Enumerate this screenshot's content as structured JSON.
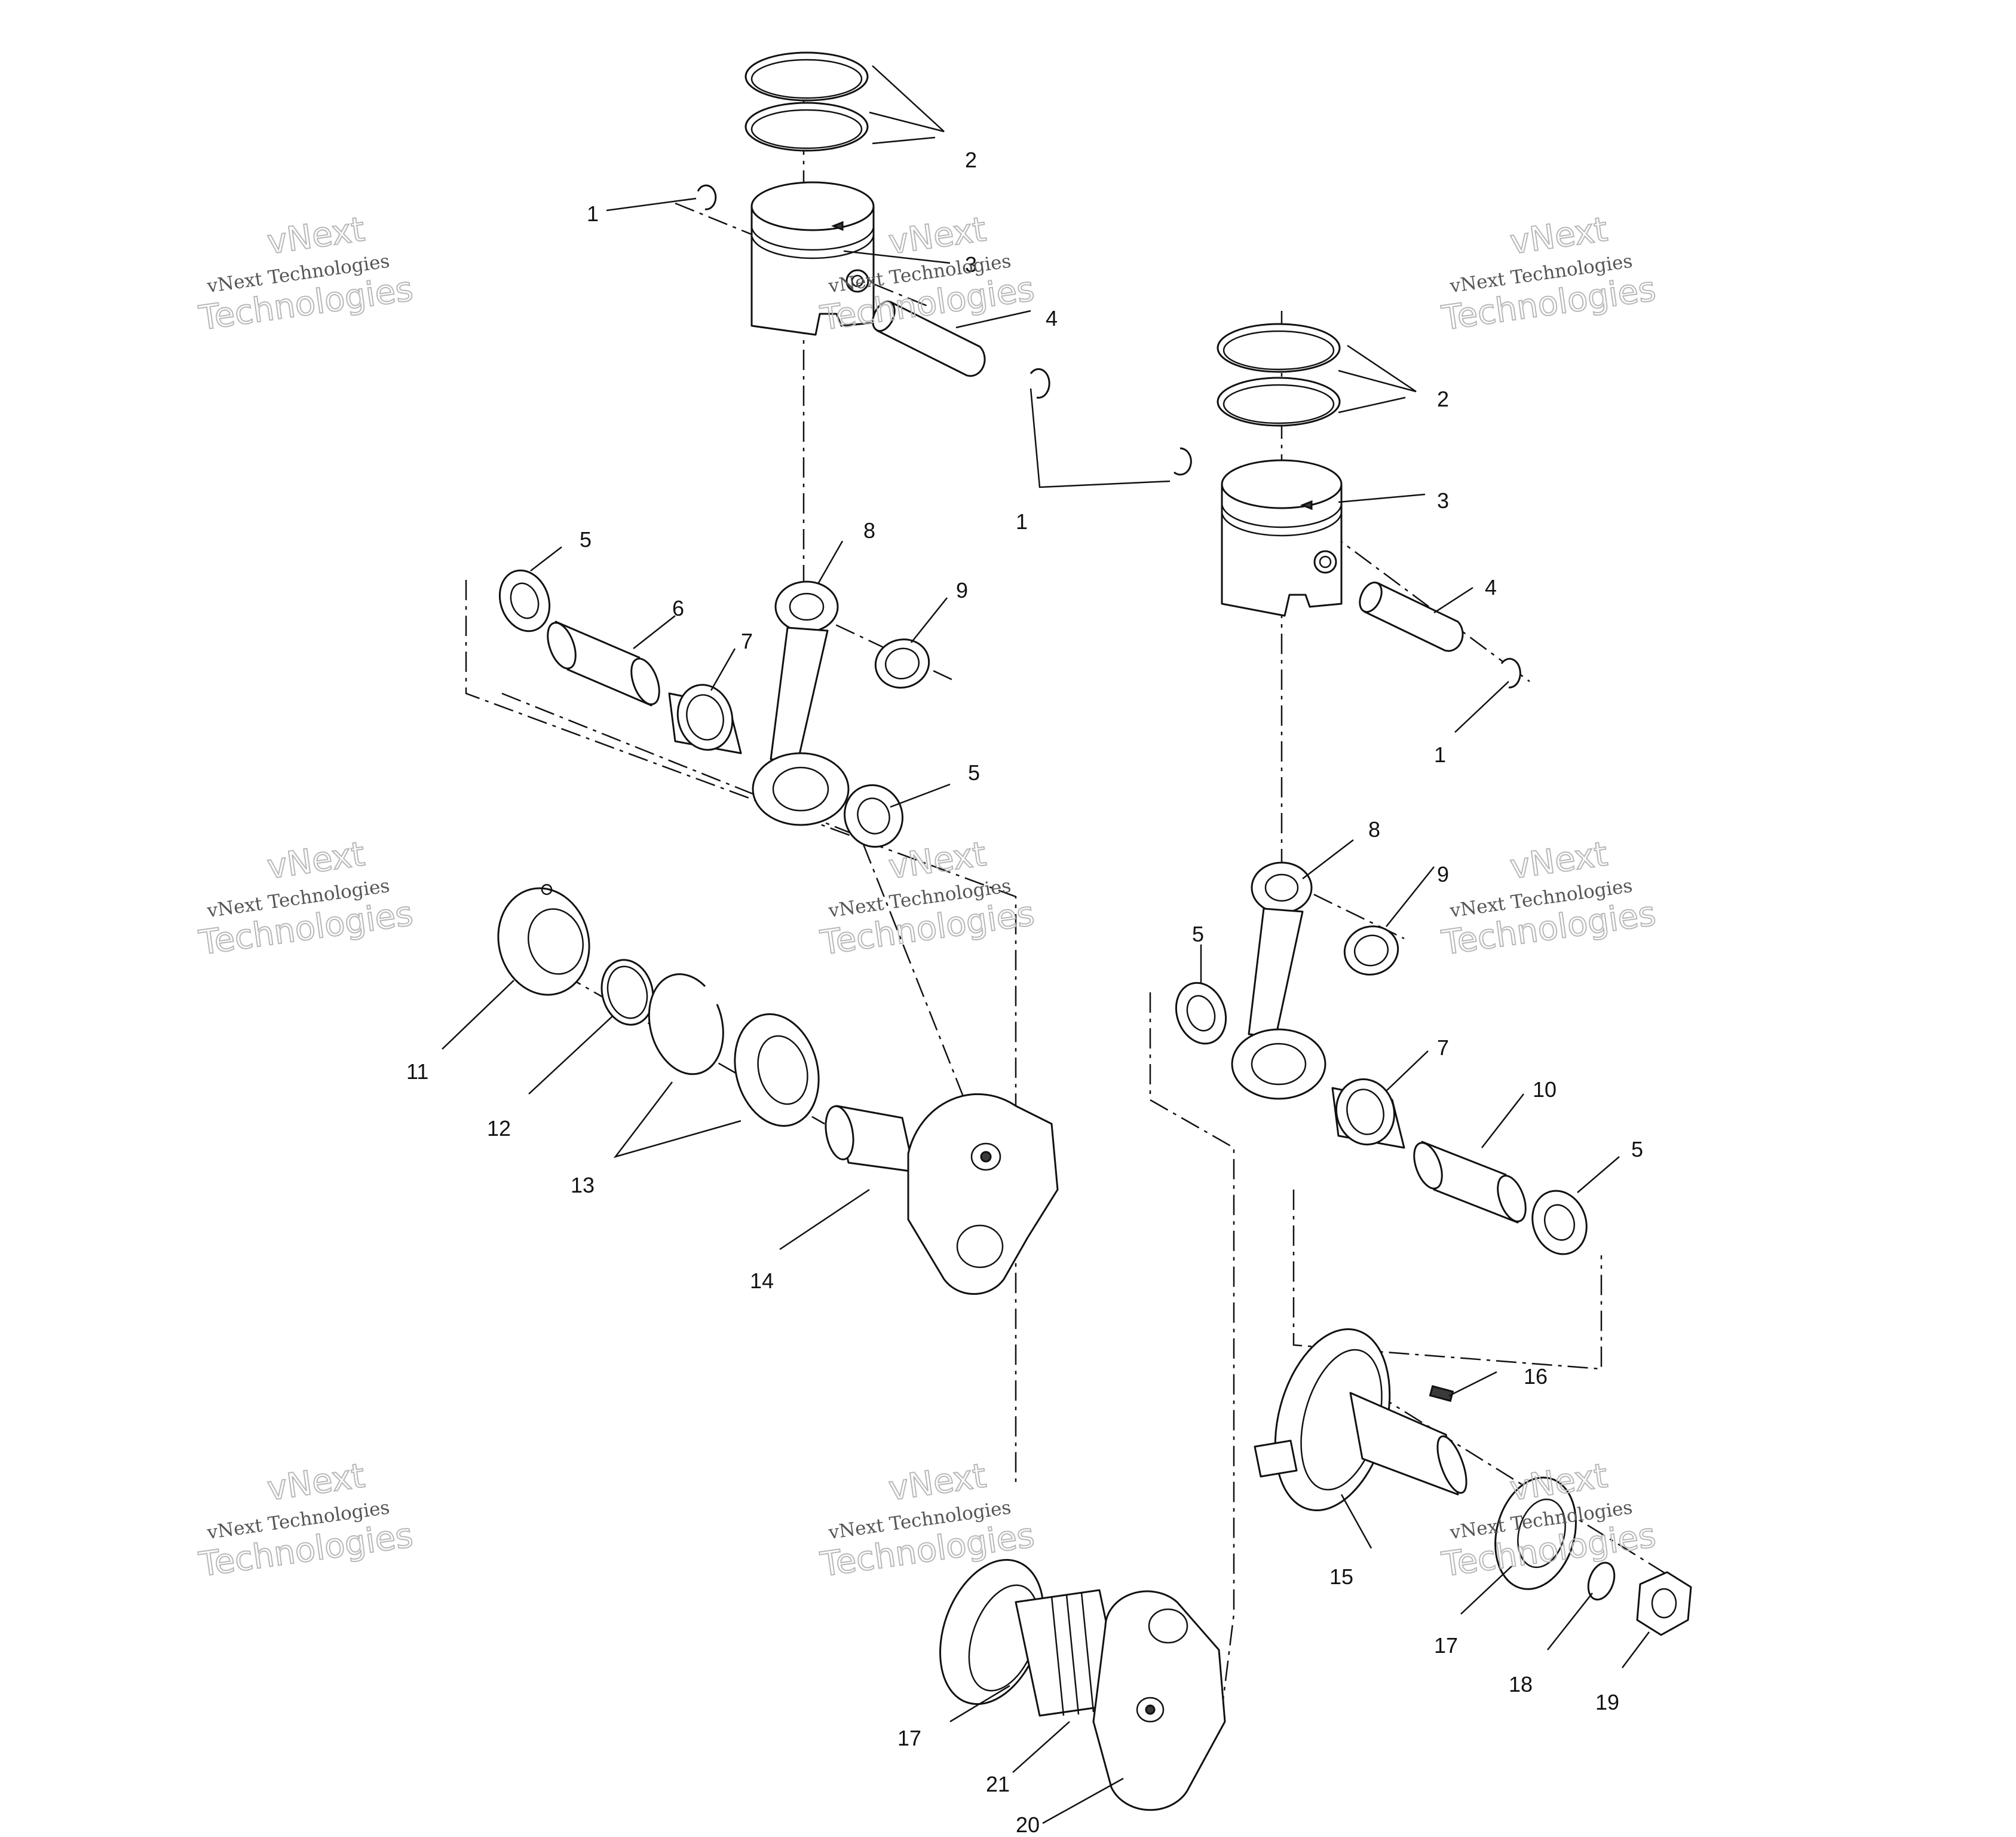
{
  "callouts": {
    "c1a": "1",
    "c1b": "1",
    "c1c": "1",
    "c2a": "2",
    "c2b": "2",
    "c3a": "3",
    "c3b": "3",
    "c4a": "4",
    "c4b": "4",
    "c5a": "5",
    "c5b": "5",
    "c5c": "5",
    "c5d": "5",
    "c6": "6",
    "c7a": "7",
    "c7b": "7",
    "c8a": "8",
    "c8b": "8",
    "c9a": "9",
    "c9b": "9",
    "c10": "10",
    "c11": "11",
    "c12": "12",
    "c13": "13",
    "c14": "14",
    "c15": "15",
    "c16": "16",
    "c17a": "17",
    "c17b": "17",
    "c18": "18",
    "c19": "19",
    "c20": "20",
    "c21": "21"
  },
  "watermark": {
    "line1": "vNext",
    "line2": "vNext Technologies",
    "line3": "Technologies"
  }
}
